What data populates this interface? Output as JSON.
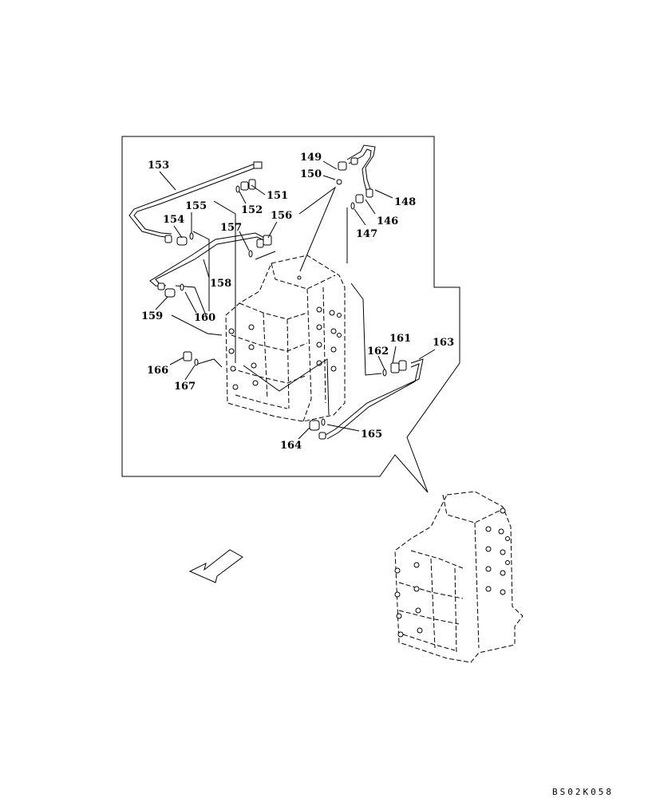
{
  "drawing_code": "BS02K058",
  "callouts": [
    {
      "id": "c149",
      "text": "149"
    },
    {
      "id": "c150",
      "text": "150"
    },
    {
      "id": "c148",
      "text": "148"
    },
    {
      "id": "c146",
      "text": "146"
    },
    {
      "id": "c147",
      "text": "147"
    },
    {
      "id": "c153",
      "text": "153"
    },
    {
      "id": "c151",
      "text": "151"
    },
    {
      "id": "c152",
      "text": "152"
    },
    {
      "id": "c155",
      "text": "155"
    },
    {
      "id": "c154",
      "text": "154"
    },
    {
      "id": "c156",
      "text": "156"
    },
    {
      "id": "c157",
      "text": "157"
    },
    {
      "id": "c158",
      "text": "158"
    },
    {
      "id": "c159",
      "text": "159"
    },
    {
      "id": "c160",
      "text": "160"
    },
    {
      "id": "c161",
      "text": "161"
    },
    {
      "id": "c162",
      "text": "162"
    },
    {
      "id": "c163",
      "text": "163"
    },
    {
      "id": "c166",
      "text": "166"
    },
    {
      "id": "c167",
      "text": "167"
    },
    {
      "id": "c164",
      "text": "164"
    },
    {
      "id": "c165",
      "text": "165"
    }
  ]
}
